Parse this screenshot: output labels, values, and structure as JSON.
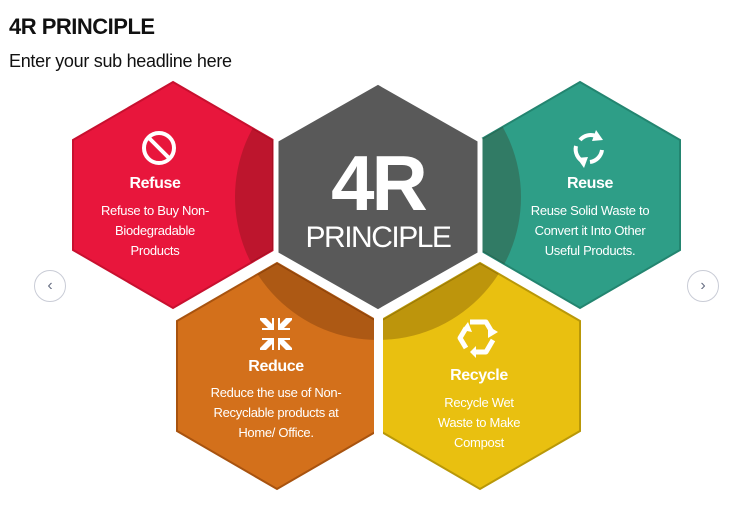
{
  "header": {
    "title": "4R PRINCIPLE",
    "subtitle": "Enter your sub headline here"
  },
  "center": {
    "big": "4R",
    "label": "PRINCIPLE",
    "color": "#595959"
  },
  "items": [
    {
      "title": "Refuse",
      "icon": "prohibited-icon",
      "color": "#e8163c",
      "lines": [
        "Refuse to Buy Non-",
        "Biodegradable",
        "Products"
      ]
    },
    {
      "title": "Reuse",
      "icon": "cycle-arrows-icon",
      "color": "#2e9e87",
      "lines": [
        "Reuse Solid Waste to",
        "Convert it Into Other",
        "Useful Products."
      ]
    },
    {
      "title": "Reduce",
      "icon": "compress-arrows-icon",
      "color": "#d3701b",
      "lines": [
        "Reduce the use of Non-",
        "Recyclable products at",
        "Home/ Office."
      ]
    },
    {
      "title": "Recycle",
      "icon": "recycle-icon",
      "color": "#e9c010",
      "lines": [
        "Recycle Wet",
        "Waste to Make",
        "Compost"
      ]
    }
  ],
  "nav": {
    "prev": "‹",
    "next": "›"
  }
}
